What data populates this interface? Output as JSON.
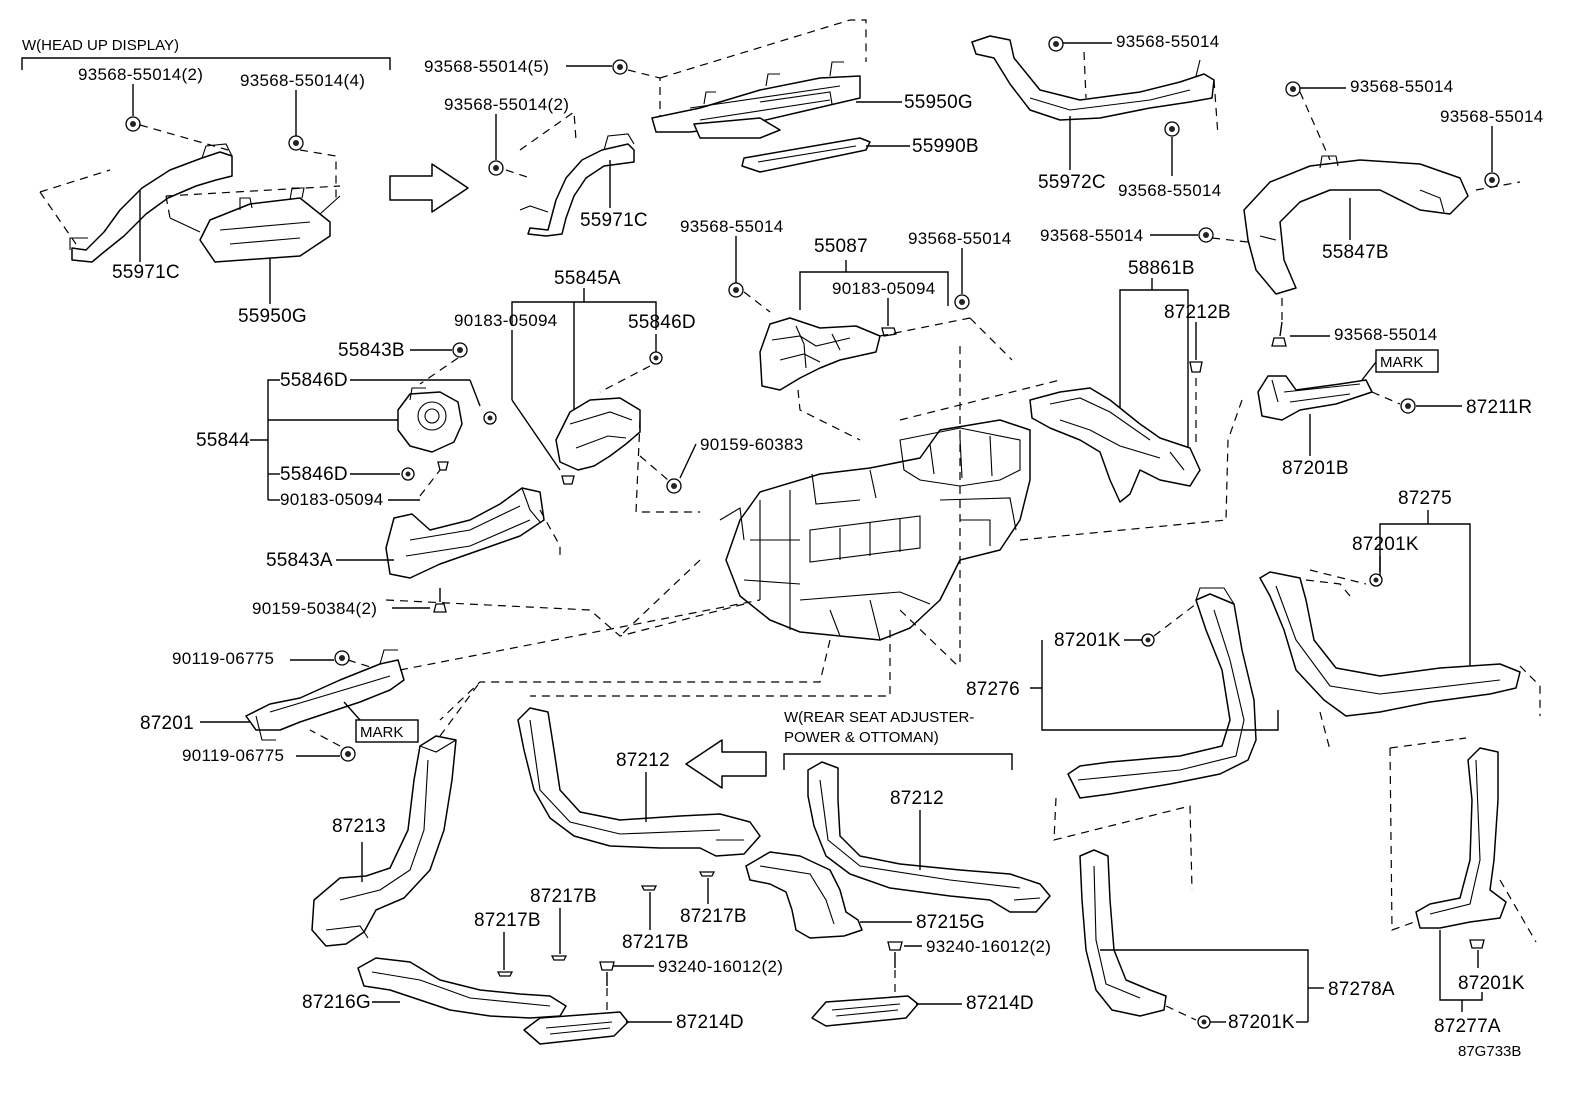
{
  "diagram_id": "87G733B",
  "notes": {
    "head_up_display": "W(HEAD UP DISPLAY)",
    "rear_seat_line1": "W(REAR SEAT ADJUSTER-",
    "rear_seat_line2": "POWER & OTTOMAN)",
    "mark": "MARK"
  },
  "labels": {
    "p93568_55014_2_a": "93568-55014(2)",
    "p93568_55014_4": "93568-55014(4)",
    "p55971C_a": "55971C",
    "p55950G_a": "55950G",
    "p93568_55014_5": "93568-55014(5)",
    "p93568_55014_2_b": "93568-55014(2)",
    "p55950G_b": "55950G",
    "p55990B": "55990B",
    "p55971C_b": "55971C",
    "p93568_55014_top": "93568-55014",
    "p55972C": "55972C",
    "p93568_55014_mid": "93568-55014",
    "p93568_55014_r1": "93568-55014",
    "p93568_55014_r2": "93568-55014",
    "p55847B": "55847B",
    "p93568_55014_r3": "93568-55014",
    "p93568_55014_r4": "93568-55014",
    "p93568_55014_c1": "93568-55014",
    "p55087": "55087",
    "p93568_55014_c2": "93568-55014",
    "p90183_05094_c": "90183-05094",
    "p58861B": "58861B",
    "p87212B": "87212B",
    "p87211R": "87211R",
    "p87201B": "87201B",
    "p55845A": "55845A",
    "p90183_05094_a": "90183-05094",
    "p55846D_a": "55846D",
    "p55843B": "55843B",
    "p55846D_b": "55846D",
    "p55844": "55844",
    "p55846D_c": "55846D",
    "p90183_05094_b": "90183-05094",
    "p90159_60383": "90159-60383",
    "p55843A": "55843A",
    "p90159_50384": "90159-50384(2)",
    "p90119_06775_a": "90119-06775",
    "p87201": "87201",
    "p90119_06775_b": "90119-06775",
    "p87275": "87275",
    "p87201K_a": "87201K",
    "p87201K_b": "87201K",
    "p87276": "87276",
    "p87212_a": "87212",
    "p87212_b": "87212",
    "p87213": "87213",
    "p87217B_a": "87217B",
    "p87217B_b": "87217B",
    "p87217B_c": "87217B",
    "p87217B_d": "87217B",
    "p87215G": "87215G",
    "p93240_16012_a": "93240-16012(2)",
    "p93240_16012_b": "93240-16012(2)",
    "p87216G": "87216G",
    "p87214D_a": "87214D",
    "p87214D_b": "87214D",
    "p87278A": "87278A",
    "p87201K_c": "87201K",
    "p87201K_d": "87201K",
    "p87277A": "87277A"
  }
}
